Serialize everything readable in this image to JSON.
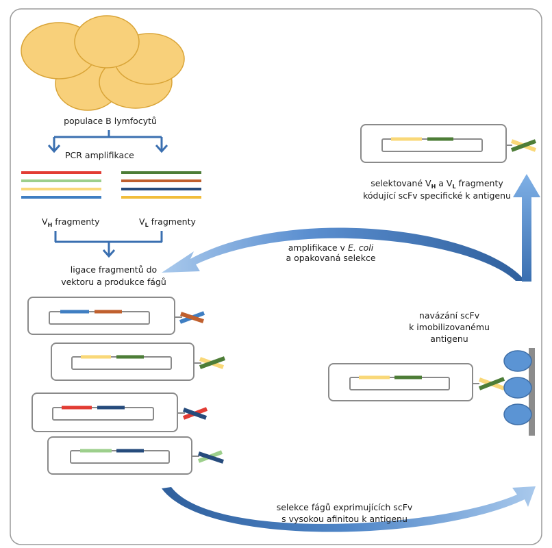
{
  "labels": {
    "b_cells": "populace B lymfocytů",
    "pcr": "PCR amplifikace",
    "vh_letter": "V",
    "vh_sub": "H",
    "vh_rest": " fragmenty",
    "vl_letter": "V",
    "vl_sub": "L",
    "vl_rest": " fragmenty",
    "ligation_line1": "ligace fragmentů do",
    "ligation_line2": "vektoru a produkce fágů",
    "amp_pre": "amplifikace v ",
    "amp_ecoli": "E. coli",
    "amp_line2": "a opakovaná selekce",
    "sel_pre": "selektované V",
    "sel_sub_h": "H",
    "sel_mid": " a V",
    "sel_sub_l": "L",
    "sel_post": " fragmenty",
    "sel_line2": "kódující scFv specifické k antigenu",
    "bind_line1": "navázání scFv",
    "bind_line2": "k imobilizovanému",
    "bind_line3": "antigenu",
    "selection_line1": "selekce fágů exprimujících scFv",
    "selection_line2": "s vysokou afinitou k antigenu"
  },
  "colors": {
    "cell_fill": "#f8d07a",
    "cell_stroke": "#d9a437",
    "arrow_blue": "#3a6fb0",
    "curve_blue": "#5b8fd0",
    "antigen_fill": "#5b94d4",
    "surface": "#8c8c8c",
    "red": "#e23c34",
    "light_green": "#9dcf8c",
    "yellow": "#f9d878",
    "blue": "#3f7ec2",
    "dark_green": "#4d7d37",
    "brown": "#c0602e",
    "navy": "#264b7c",
    "gold": "#f1bd3b"
  }
}
